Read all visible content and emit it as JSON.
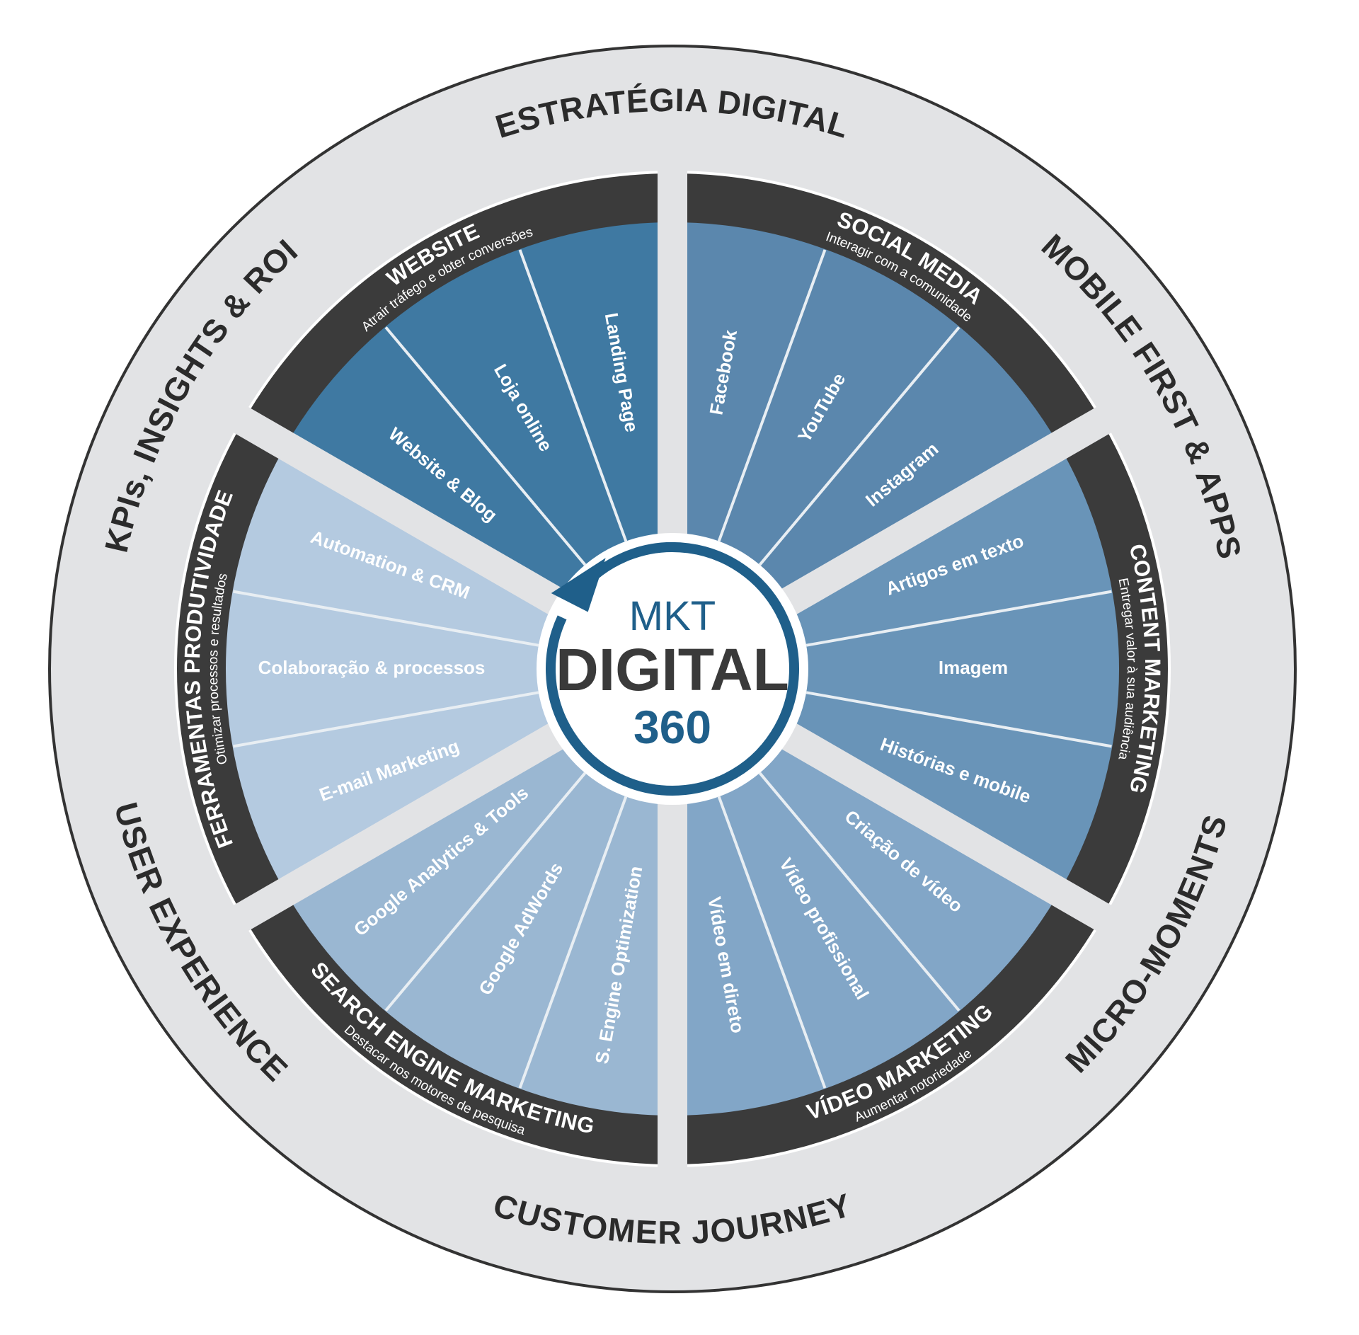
{
  "center": {
    "line1": "MKT",
    "line2": "DIGITAL",
    "line3": "360"
  },
  "colors": {
    "outer_ring": "#e2e3e5",
    "outer_stroke": "#333333",
    "band": "#3b3b3b",
    "gap": "#e2e3e5",
    "hub_ring": "#1f5f8a",
    "divider": "#e8eef3"
  },
  "outer_ring": [
    {
      "label": "ESTRATÉGIA DIGITAL"
    },
    {
      "label": "MOBILE FIRST & APPS"
    },
    {
      "label": "MICRO-MOMENTS"
    },
    {
      "label": "CUSTOMER JOURNEY"
    },
    {
      "label": "USER EXPERIENCE"
    },
    {
      "label": "KPIs, INSIGHTS & ROI"
    }
  ],
  "sectors": [
    {
      "title": "SOCIAL MEDIA",
      "subtitle": "Interagir com a comunidade",
      "color": "#5b87ad",
      "items": [
        "Facebook",
        "YouTube",
        "Instagram"
      ]
    },
    {
      "title": "CONTENT MARKETING",
      "subtitle": "Entregar valor à sua audiência",
      "color": "#6994b8",
      "items": [
        "Artigos em texto",
        "Imagem",
        "Histórias e mobile"
      ]
    },
    {
      "title": "VÍDEO MARKETING",
      "subtitle": "Aumentar notoriedade",
      "color": "#82a6c7",
      "items": [
        "Criação de vídeo",
        "Vídeo profissional",
        "Vídeo em direto"
      ]
    },
    {
      "title": "SEARCH ENGINE MARKETING",
      "subtitle": "Destacar nos motores de pesquisa",
      "color": "#9ab7d2",
      "items": [
        "S. Engine Optimization",
        "Google AdWords",
        "Google Analytics & Tools"
      ]
    },
    {
      "title": "FERRAMENTAS PRODUTIVIDADE",
      "subtitle": "Otimizar processos e resultados",
      "color": "#b4cae0",
      "items": [
        "E-mail Marketing",
        "Colaboração & processos",
        "Automation & CRM"
      ]
    },
    {
      "title": "WEBSITE",
      "subtitle": "Atrair tráfego e obter conversões",
      "color": "#3f79a2",
      "items": [
        "Website & Blog",
        "Loja online",
        "Landing Page"
      ]
    }
  ]
}
